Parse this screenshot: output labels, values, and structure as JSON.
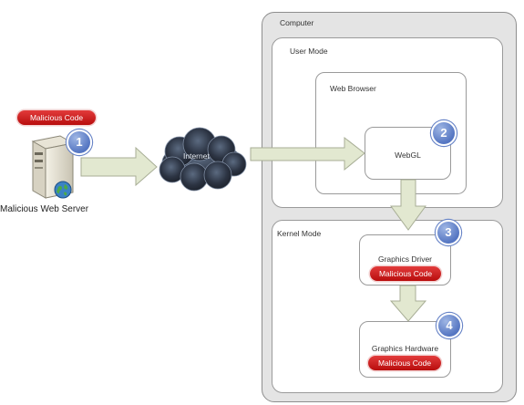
{
  "server": {
    "malicious_label": "Malicious Code",
    "step": "1",
    "caption": "Malicious Web Server"
  },
  "internet": {
    "label": "Internet"
  },
  "computer": {
    "title": "Computer",
    "user_mode": {
      "title": "User Mode",
      "web_browser": {
        "title": "Web Browser",
        "webgl": {
          "label": "WebGL",
          "step": "2"
        }
      }
    },
    "kernel_mode": {
      "title": "Kernel Mode",
      "graphics_driver": {
        "label": "Graphics Driver",
        "malicious_label": "Malicious Code",
        "step": "3"
      },
      "graphics_hardware": {
        "label": "Graphics Hardware",
        "malicious_label": "Malicious Code",
        "step": "4"
      }
    }
  },
  "colors": {
    "malicious": "#c81414",
    "step_badge": "#5576c2",
    "arrow_fill": "#e2e8d0",
    "cloud": "#2f3847"
  },
  "icons": [
    "server-icon",
    "globe-icon",
    "cloud-icon"
  ]
}
